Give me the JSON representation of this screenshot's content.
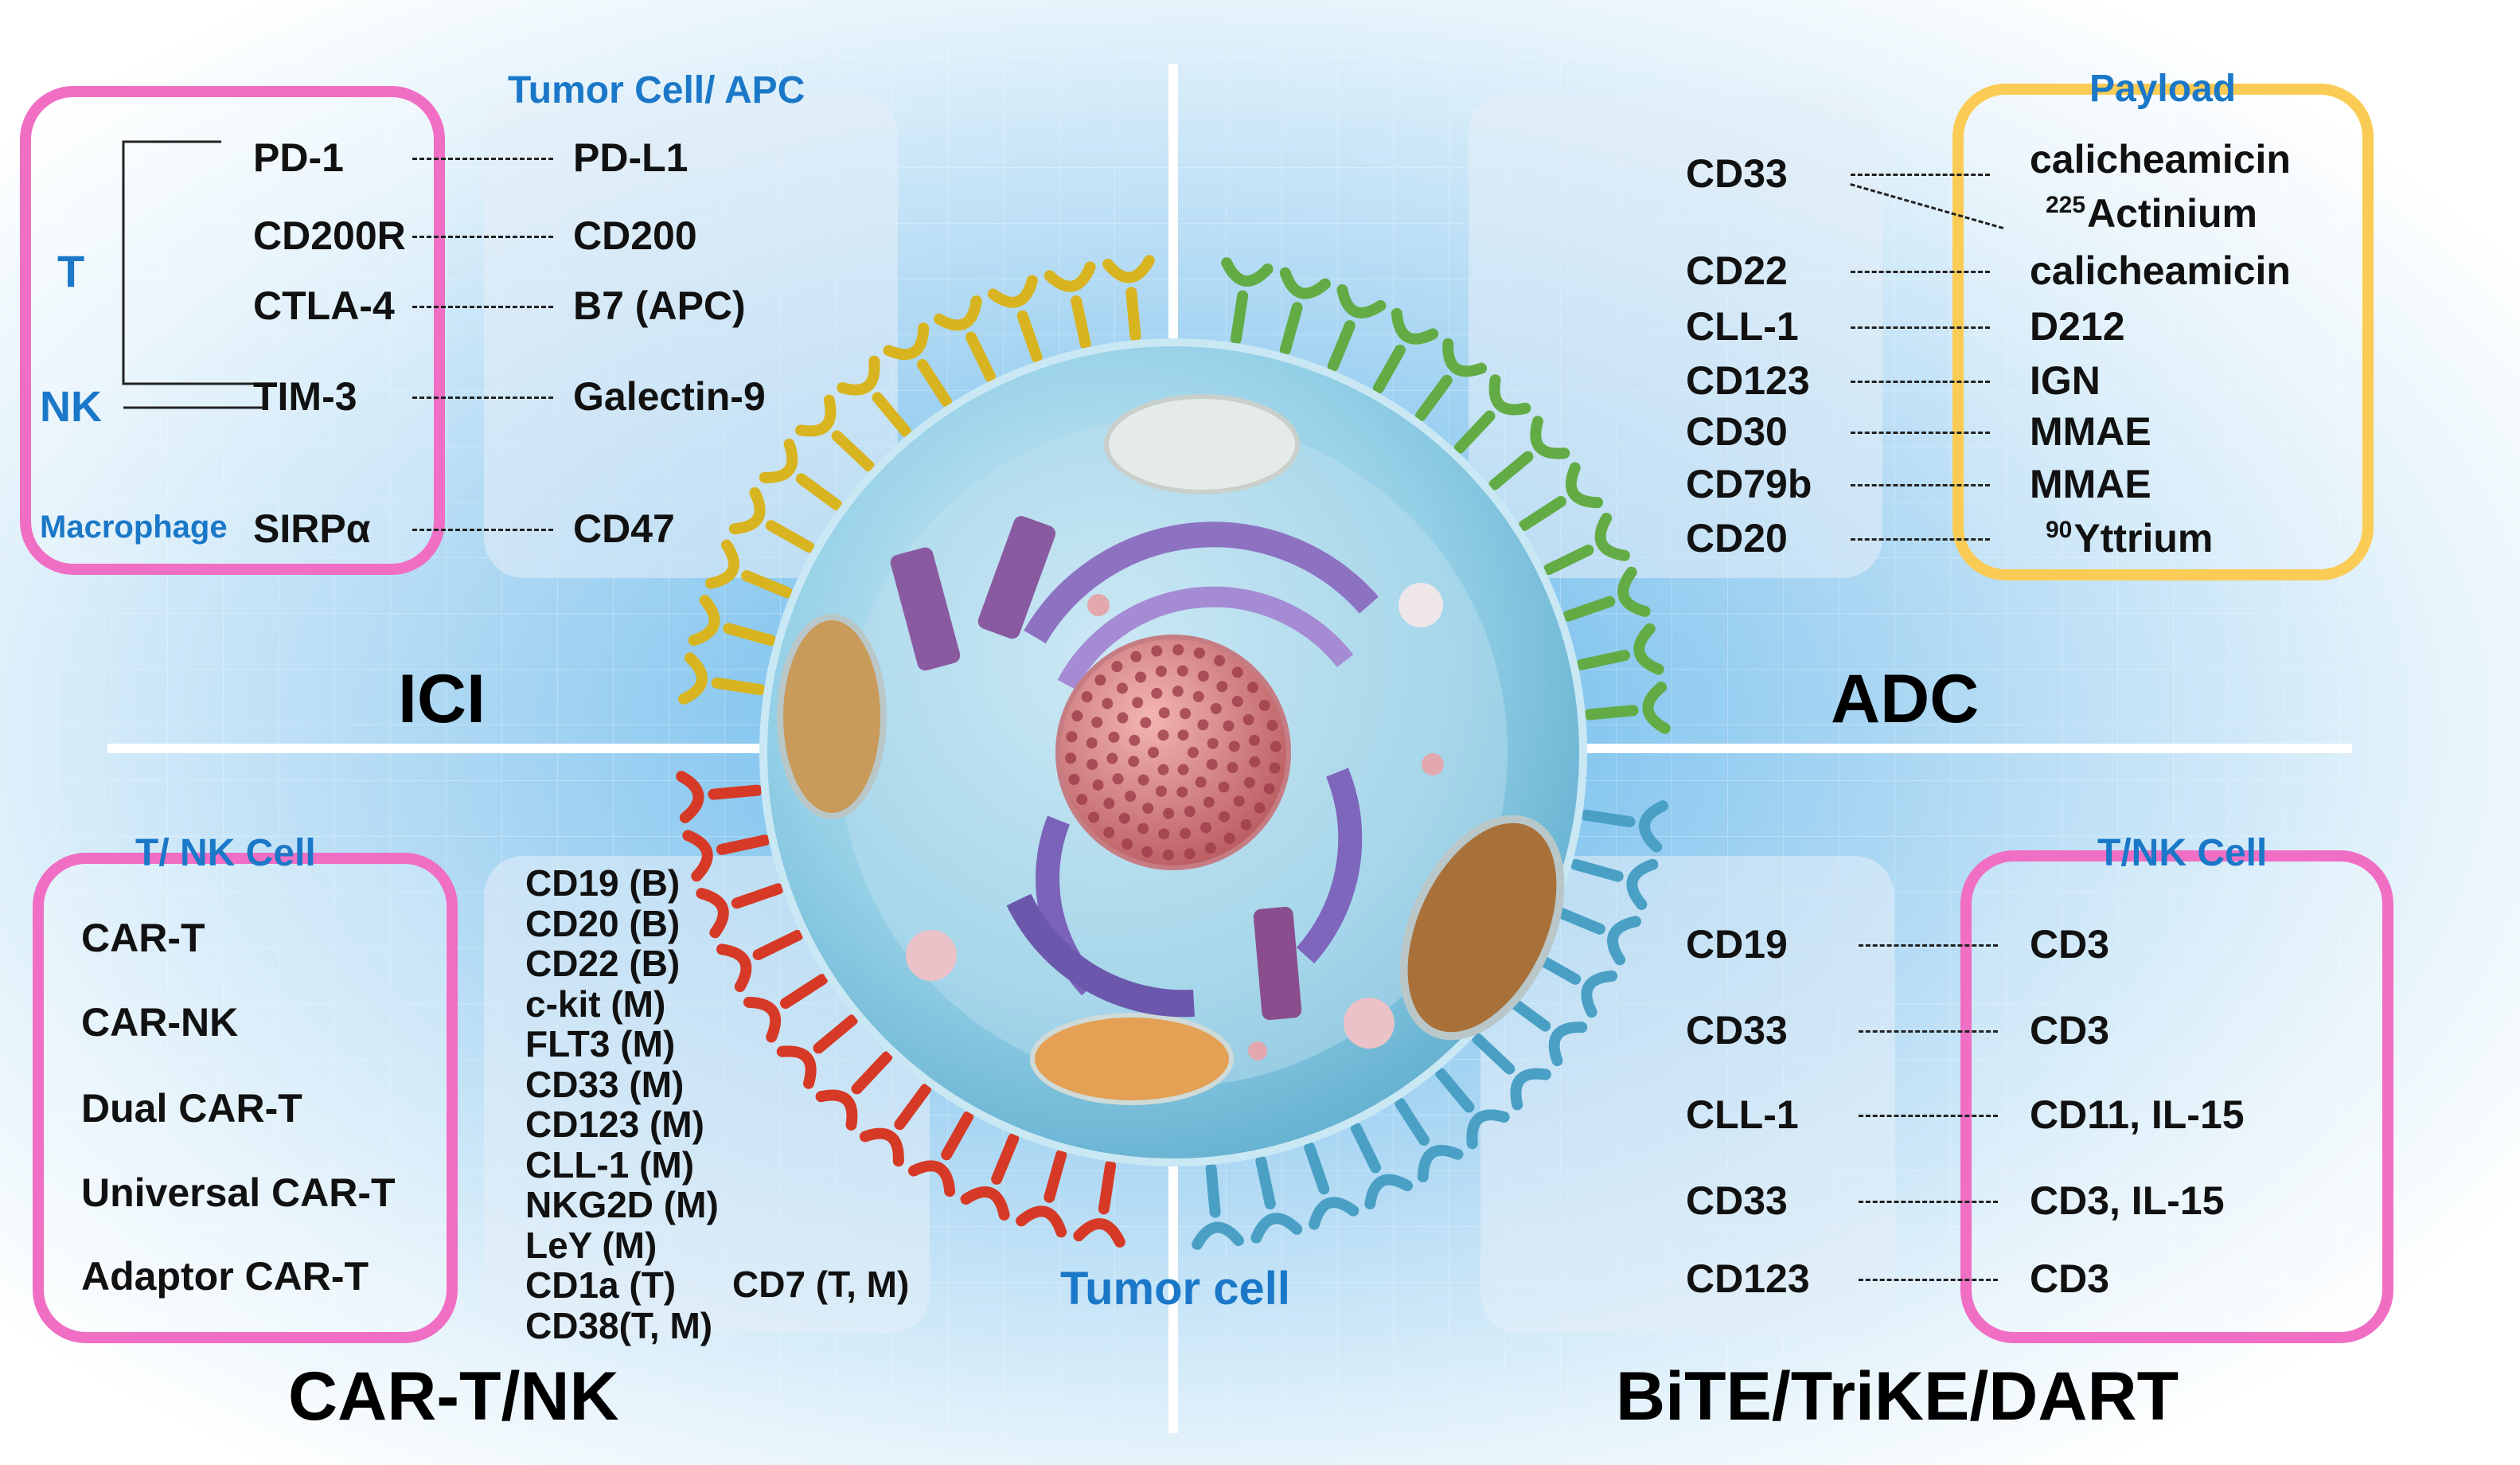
{
  "quadrants": {
    "ici": "ICI",
    "adc": "ADC",
    "car": "CAR-T/NK",
    "bite": "BiTE/TriKE/DART"
  },
  "center_label": "Tumor cell",
  "ici": {
    "header": "Tumor Cell/ APC",
    "cells": {
      "t": "T",
      "nk": "NK",
      "macrophage": "Macrophage"
    },
    "receptors": [
      "PD-1",
      "CD200R",
      "CTLA-4",
      "TIM-3",
      "SIRPα"
    ],
    "ligands": [
      "PD-L1",
      "CD200",
      "B7 (APC)",
      "Galectin-9",
      "CD47"
    ]
  },
  "adc": {
    "header": "Payload",
    "targets": [
      "CD33",
      "CD22",
      "CLL-1",
      "CD123",
      "CD30",
      "CD79b",
      "CD20"
    ],
    "payloads": [
      {
        "sup": "",
        "text": "calicheamicin"
      },
      {
        "sup": "225",
        "text": "Actinium"
      },
      {
        "sup": "",
        "text": "calicheamicin"
      },
      {
        "sup": "",
        "text": "D212"
      },
      {
        "sup": "",
        "text": "IGN"
      },
      {
        "sup": "",
        "text": "MMAE"
      },
      {
        "sup": "",
        "text": "MMAE"
      },
      {
        "sup": "90",
        "text": "Yttrium"
      }
    ]
  },
  "car": {
    "header": "T/ NK Cell",
    "types": [
      "CAR-T",
      "CAR-NK",
      "Dual CAR-T",
      "Universal CAR-T",
      "Adaptor CAR-T"
    ],
    "targets": [
      "CD19 (B)",
      "CD20 (B)",
      "CD22 (B)",
      "c-kit (M)",
      "FLT3 (M)",
      "CD33 (M)",
      "CD123 (M)",
      "CLL-1 (M)",
      "NKG2D (M)",
      "LeY (M)",
      "CD1a (T)",
      "CD38(T, M)"
    ],
    "extra_target": "CD7 (T, M)"
  },
  "bite": {
    "header": "T/NK Cell",
    "targets": [
      "CD19",
      "CD33",
      "CLL-1",
      "CD33",
      "CD123"
    ],
    "effectors": [
      "CD3",
      "CD3",
      "CD11, IL-15",
      "CD3, IL-15",
      "CD3"
    ]
  },
  "colors": {
    "pink_box": "#f06ec4",
    "yellow_box": "#fbcc55",
    "label_blue": "#1b78c8",
    "receptor_yellow": "#d8b420",
    "receptor_green": "#63ac45",
    "receptor_red": "#d63a26",
    "receptor_teal": "#4aa0c4",
    "cell_body": "#86cbe4",
    "nucleus": "#d77b80"
  }
}
